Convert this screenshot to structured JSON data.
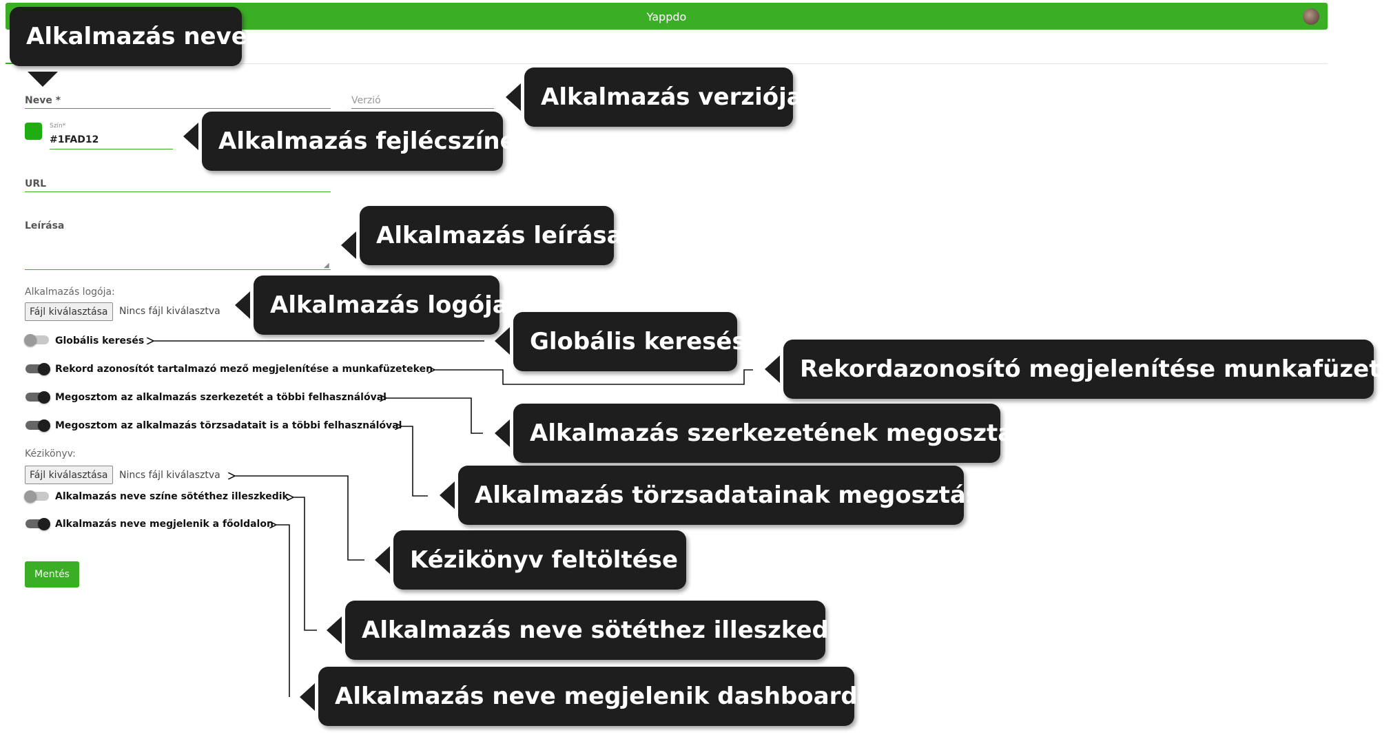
{
  "app": {
    "title": "Yappdo"
  },
  "form": {
    "name_label": "Neve *",
    "version_label": "Verzió",
    "color_label": "Szín*",
    "color_value": "#1FAD12",
    "url_label": "URL",
    "description_label": "Leírása",
    "logo_label": "Alkalmazás logója:",
    "file_button": "Fájl kiválasztása",
    "no_file": "Nincs fájl kiválasztva",
    "manual_label": "Kézikönyv:",
    "save_button": "Mentés"
  },
  "toggles": [
    {
      "label": "Globális keresés",
      "on": false
    },
    {
      "label": "Rekord azonosítót tartalmazó mező megjelenítése a munkafüzeteken",
      "on": true
    },
    {
      "label": "Megosztom az alkalmazás szerkezetét a többi felhasználóval",
      "on": true
    },
    {
      "label": "Megosztom az alkalmazás törzsadatait is a többi felhasználóval",
      "on": true
    },
    {
      "label": "Alkalmazás neve színe sötéthez illeszkedik",
      "on": false
    },
    {
      "label": "Alkalmazás neve megjelenik a főoldalon",
      "on": true
    }
  ],
  "callouts": {
    "app_name": "Alkalmazás neve",
    "app_version": "Alkalmazás verziója",
    "header_color": "Alkalmazás fejlécszíne",
    "description": "Alkalmazás leírása",
    "logo": "Alkalmazás logója",
    "global_search": "Globális keresés",
    "record_id": "Rekordazonosító megjelenítése munkafüzeten",
    "share_structure": "Alkalmazás szerkezetének megosztása",
    "share_master_data": "Alkalmazás törzsadatainak megosztása",
    "manual_upload": "Kézikönyv feltöltése",
    "name_dark": "Alkalmazás neve sötéthez illeszkedik",
    "name_dashboard": "Alkalmazás neve megjelenik dashboardon"
  },
  "colors": {
    "accent": "#3aae24",
    "swatch": "#1FAD12",
    "callout_bg": "#1e1e1e"
  }
}
